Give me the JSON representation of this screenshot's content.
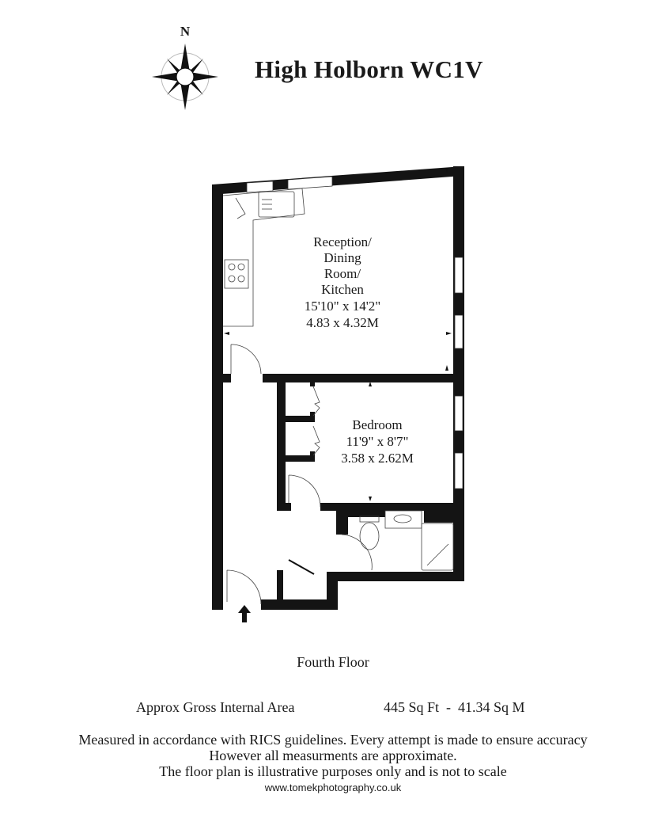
{
  "header": {
    "title": "High Holborn WC1V",
    "compass_label": "N"
  },
  "rooms": {
    "reception": {
      "lines": [
        "Reception/",
        "Dining",
        "Room/",
        "Kitchen"
      ],
      "imperial": "15'10\" x 14'2\"",
      "metric": "4.83 x 4.32M"
    },
    "bedroom": {
      "name": "Bedroom",
      "imperial": "11'9\" x 8'7\"",
      "metric": "3.58 x 2.62M"
    }
  },
  "footer": {
    "floor": "Fourth Floor",
    "area_label": "Approx Gross Internal Area",
    "area_value": "445 Sq Ft  -  41.34 Sq M",
    "disclaimer_1": "Measured in accordance with RICS guidelines. Every attempt is made to ensure accuracy",
    "disclaimer_2": "However all measurments are approximate.",
    "disclaimer_3": "The floor plan is illustrative purposes only and is not to scale",
    "website": "www.tomekphotography.co.uk"
  },
  "colors": {
    "wall": "#141414",
    "line": "#333333",
    "background": "#ffffff"
  }
}
